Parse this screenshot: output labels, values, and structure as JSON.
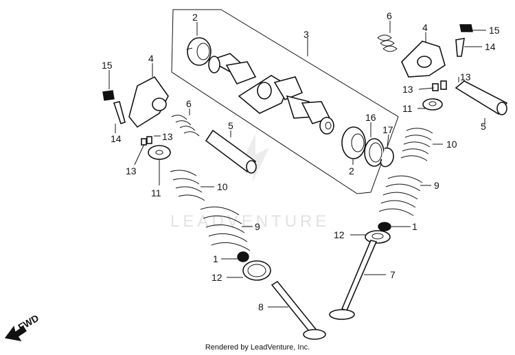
{
  "watermark": "LEADVENTURE",
  "footer": "Rendered by LeadVenture, Inc.",
  "fwd_label": "FWD",
  "callouts": {
    "c2_top": "2",
    "c3": "3",
    "c6_right": "6",
    "c4_right": "4",
    "c15_right": "15",
    "c14_right": "14",
    "c13_right_a": "13",
    "c13_right_b": "13",
    "c11_right": "11",
    "c5_right": "5",
    "c15_left": "15",
    "c4_left": "4",
    "c6_left": "6",
    "c5_left": "5",
    "c14_left": "14",
    "c13_left_a": "13",
    "c13_left_b": "13",
    "c11_left": "11",
    "c10_left": "10",
    "c16": "16",
    "c17": "17",
    "c10_right": "10",
    "c2_mid": "2",
    "c9_right": "9",
    "c1_right": "1",
    "c12_right": "12",
    "c9_left": "9",
    "c1_left": "1",
    "c12_left": "12",
    "c7": "7",
    "c8": "8"
  }
}
